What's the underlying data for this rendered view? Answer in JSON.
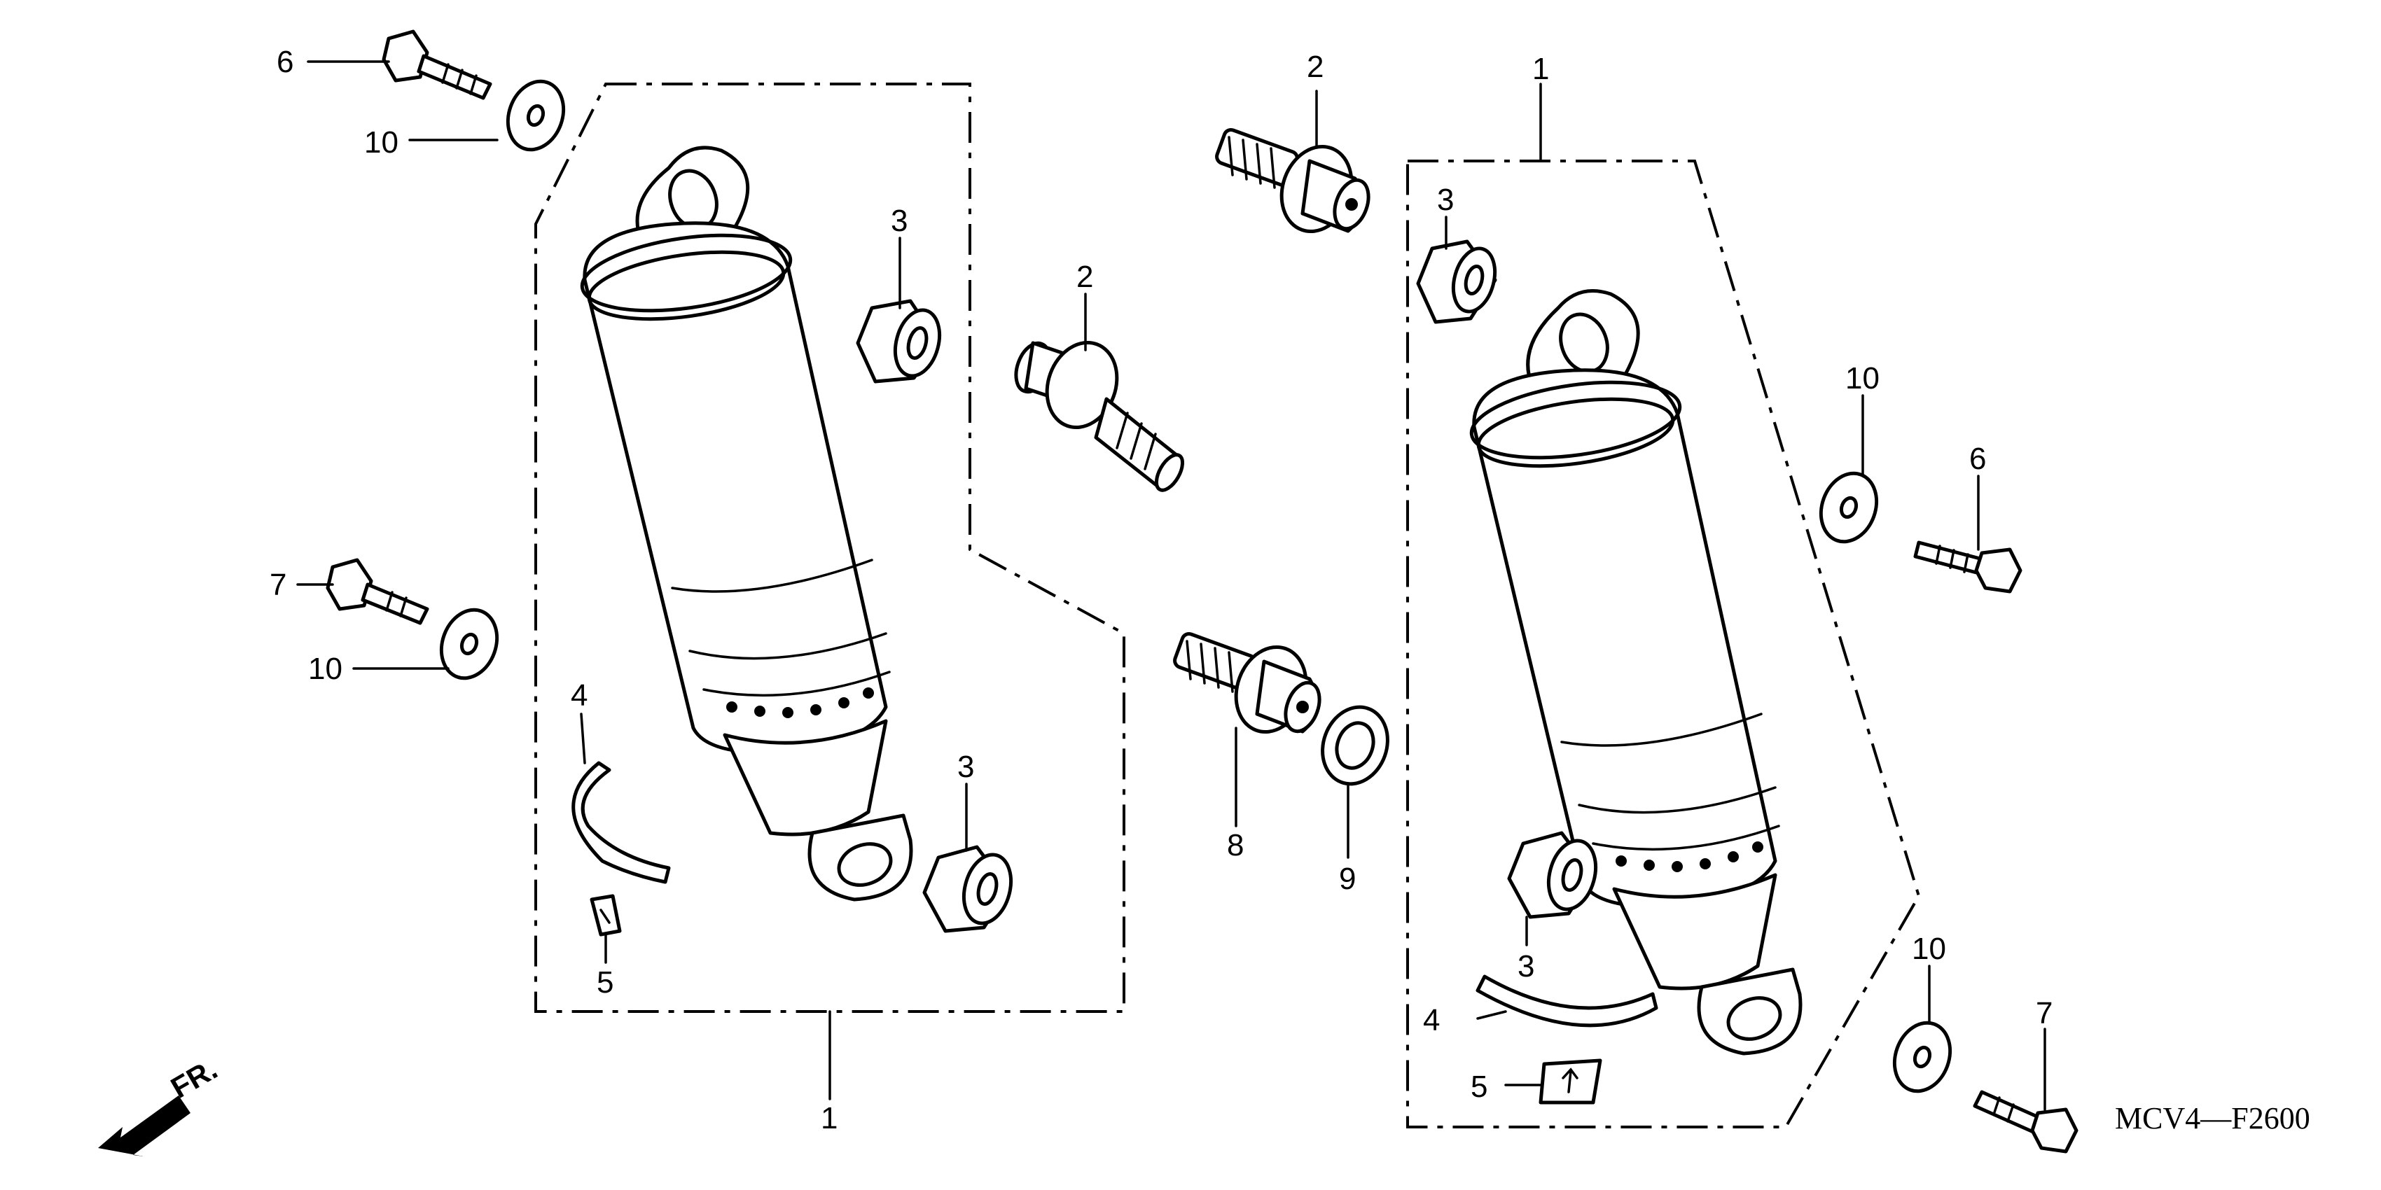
{
  "diagram_code": "MCV4—F2600",
  "front_indicator": "FR.",
  "callouts": {
    "left_assembly": "1",
    "right_assembly": "1",
    "stud_top": "2",
    "stud_mid": "2",
    "collar_left_top": "3",
    "collar_left_bottom": "3",
    "collar_right_top": "3",
    "collar_right_bottom": "3",
    "band_left": "4",
    "band_right": "4",
    "label_left": "5",
    "label_right": "5",
    "bolt_6_left": "6",
    "bolt_6_right": "6",
    "bolt_7_left": "7",
    "bolt_7_right": "7",
    "stud_8": "8",
    "washer_9": "9",
    "washer_10_top_left": "10",
    "washer_10_mid_left": "10",
    "washer_10_mid_right": "10",
    "washer_10_bottom_right": "10"
  }
}
